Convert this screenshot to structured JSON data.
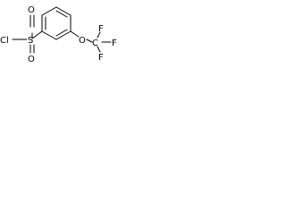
{
  "molecule": {
    "atoms": {
      "chlorine": "Cl",
      "sulfur": "S",
      "sulfonyl_oxygen_top": "O",
      "sulfonyl_oxygen_bottom": "O",
      "ether_oxygen": "O",
      "carbon": "C",
      "fluorine_top": "F",
      "fluorine_right": "F",
      "fluorine_bottom": "F"
    },
    "colors": {
      "bond": "#000000",
      "label": "#000000",
      "background": "#ffffff"
    }
  }
}
